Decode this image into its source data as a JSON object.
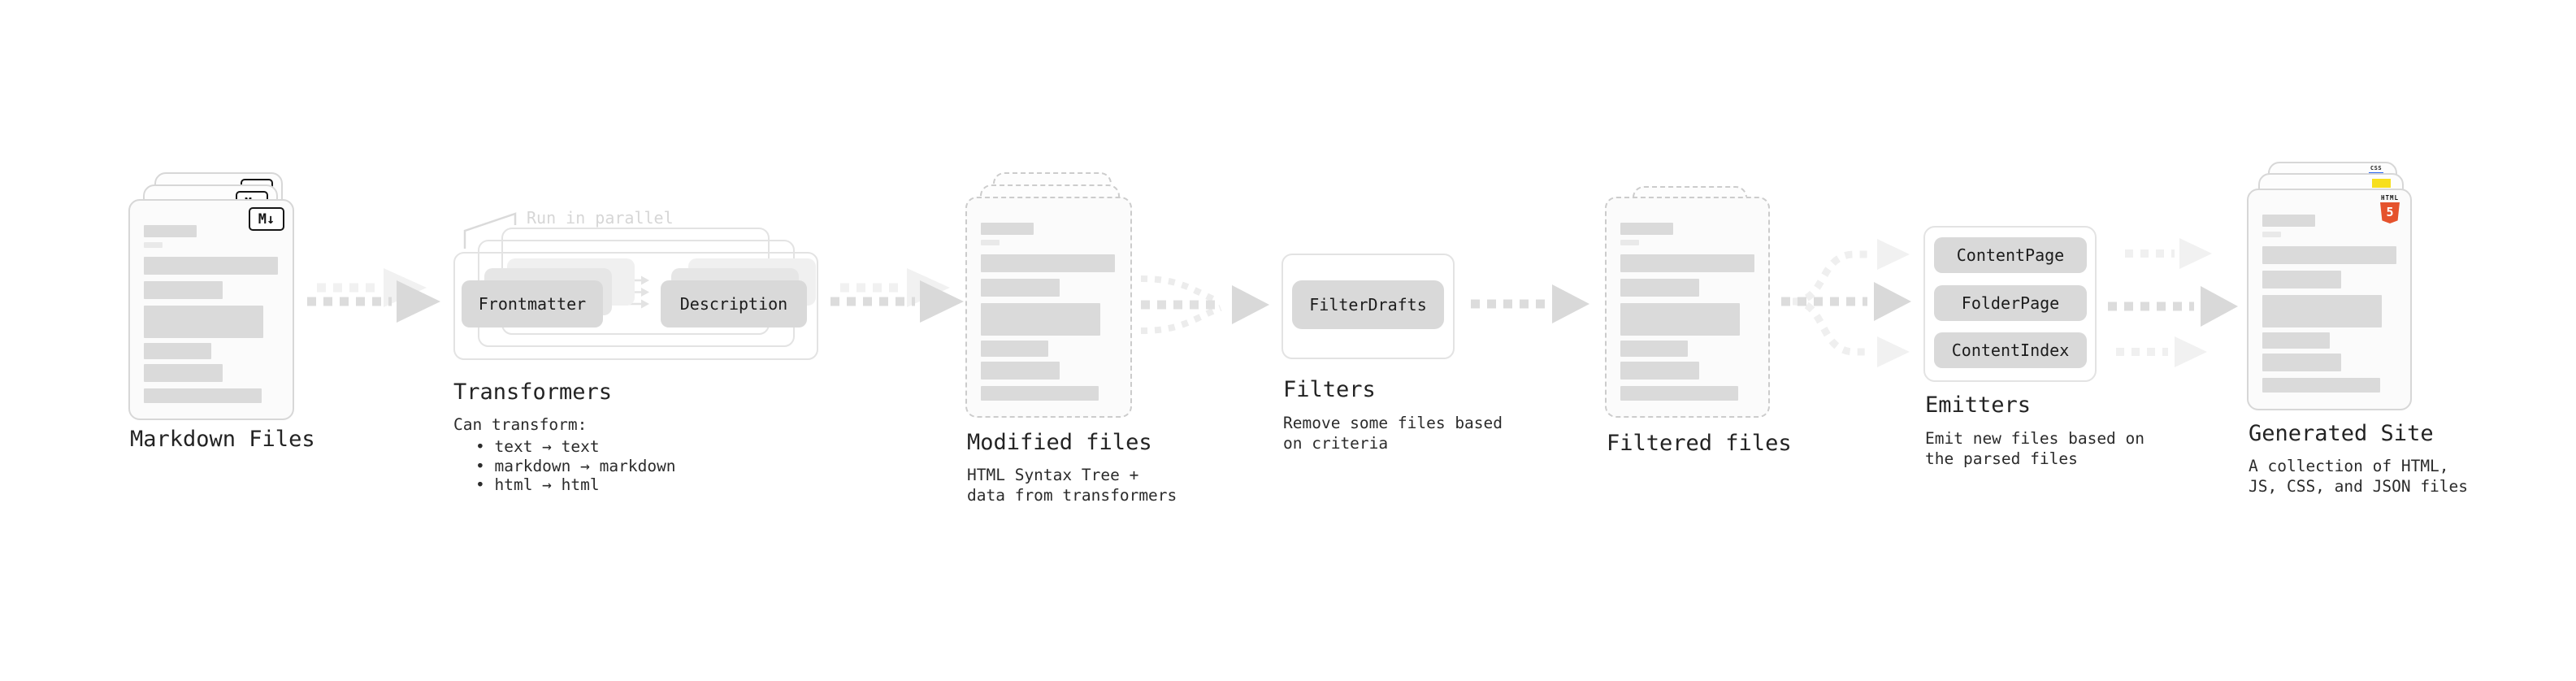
{
  "stages": {
    "markdown_files": {
      "label": "Markdown Files",
      "icon": "M↓"
    },
    "transformers": {
      "note": "Run in parallel",
      "plugins": [
        "Frontmatter",
        "Description"
      ],
      "heading": "Transformers",
      "description_title": "Can transform:",
      "bullets": [
        "text → text",
        "markdown → markdown",
        "html → html"
      ]
    },
    "modified_files": {
      "label": "Modified files",
      "subtitle": "HTML Syntax Tree +\ndata from transformers"
    },
    "filters": {
      "plugins": [
        "FilterDrafts"
      ],
      "heading": "Filters",
      "subtitle": "Remove some files based\non criteria"
    },
    "filtered_files": {
      "label": "Filtered files"
    },
    "emitters": {
      "plugins": [
        "ContentPage",
        "FolderPage",
        "ContentIndex"
      ],
      "heading": "Emitters",
      "subtitle": "Emit new files based on\nthe parsed files"
    },
    "generated_site": {
      "label": "Generated Site",
      "subtitle": "A collection of HTML,\nJS, CSS, and JSON files",
      "badges": {
        "html": {
          "label": "HTML",
          "number": "5"
        },
        "css": "CSS"
      }
    }
  },
  "colors": {
    "html5_orange": "#e5532d",
    "js_yellow": "#f7df1e",
    "css_blue": "#2965f1",
    "arrow_dark": "#dcdcdc",
    "arrow_light": "#f1f1f1"
  }
}
